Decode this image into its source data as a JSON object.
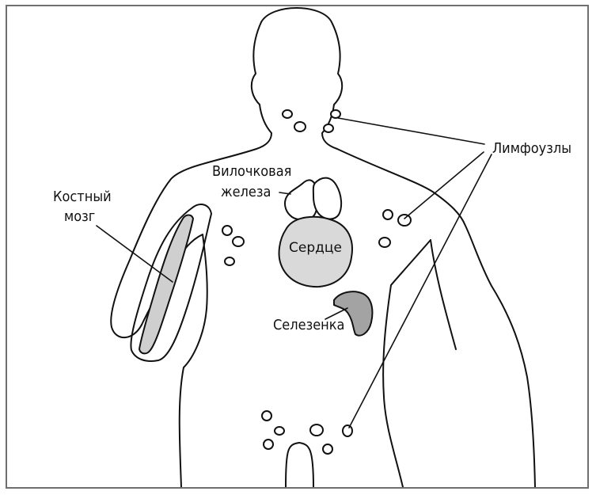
{
  "labels": {
    "thymus_line1": "Вилочковая",
    "thymus_line2": "железа",
    "heart": "Сердце",
    "spleen": "Селезенка",
    "bone_marrow_line1": "Костный",
    "bone_marrow_line2": "мозг",
    "lymph_nodes": "Лимфоузлы"
  },
  "colors": {
    "outline": "#111111",
    "heart_fill": "#d9d9d9",
    "spleen_fill": "#a3a3a3",
    "bone_marrow_fill": "#cfcfcf",
    "frame": "#6f6f6f"
  }
}
